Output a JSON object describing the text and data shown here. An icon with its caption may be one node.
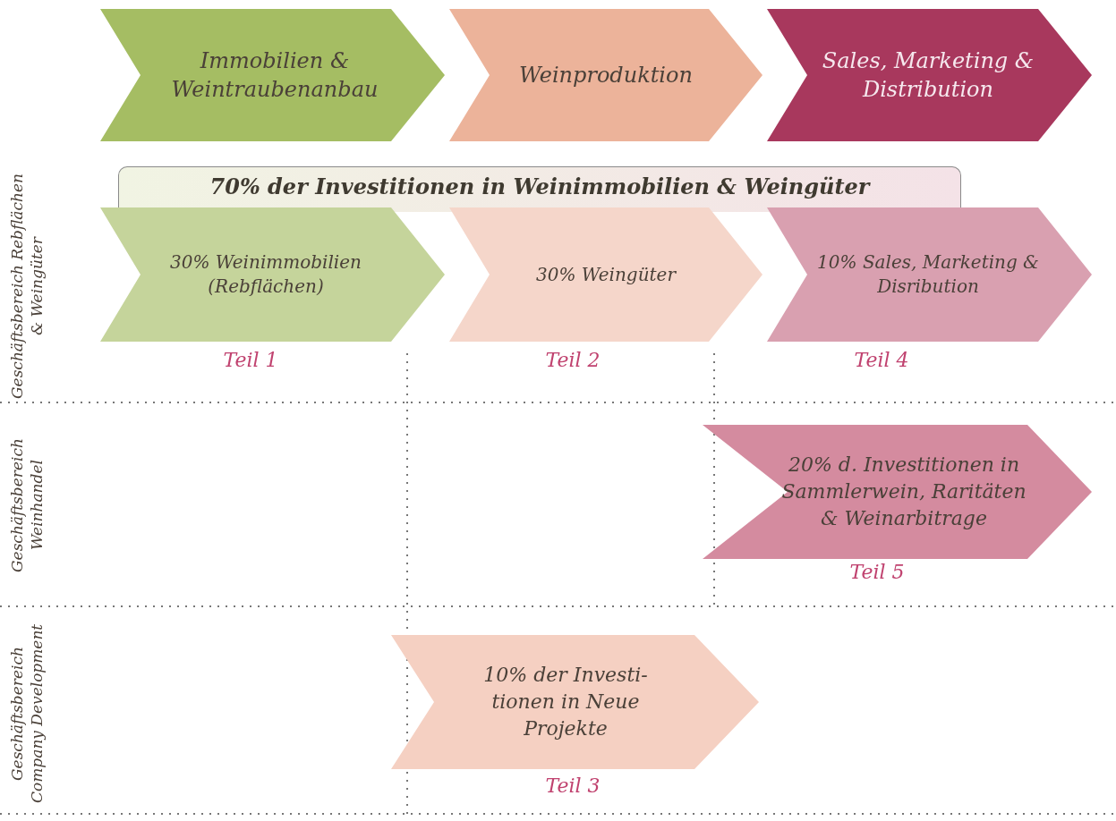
{
  "diagram": {
    "nodes": [
      {
        "text": [
          "Immobilien & Weintraubenanbau"
        ]
      },
      {
        "text": [
          "Weinproduktion"
        ]
      },
      {
        "text": [
          "Sales, Marketing & Distribution"
        ]
      },
      {
        "text": [
          "70% der Investitionen in Weinimmobilien & Weingüter"
        ]
      },
      {
        "text": [
          "30% Weinimmobilien (Rebflächen)"
        ],
        "beside": [
          "Teil 1"
        ]
      },
      {
        "text": [
          "30% Weingüter"
        ],
        "beside": [
          "Teil 2"
        ]
      },
      {
        "text": [
          "10% Sales, Marketing & Disribution"
        ],
        "beside": [
          "Teil 4"
        ]
      },
      {
        "text": [
          "20% d. Investitionen in Sammlerwein, Raritäten & Weinarbitrage"
        ],
        "beside": [
          "Teil 5"
        ]
      },
      {
        "text": [
          "10% der Investi- tionen in Neue Projekte"
        ],
        "beside": [
          "Teil 3"
        ]
      }
    ],
    "labels": [
      "Geschäftsbereich Rebflächen & Weingüter",
      "Geschäftsbereich Weinhandel",
      "Geschäftsbereich Company Development"
    ]
  }
}
